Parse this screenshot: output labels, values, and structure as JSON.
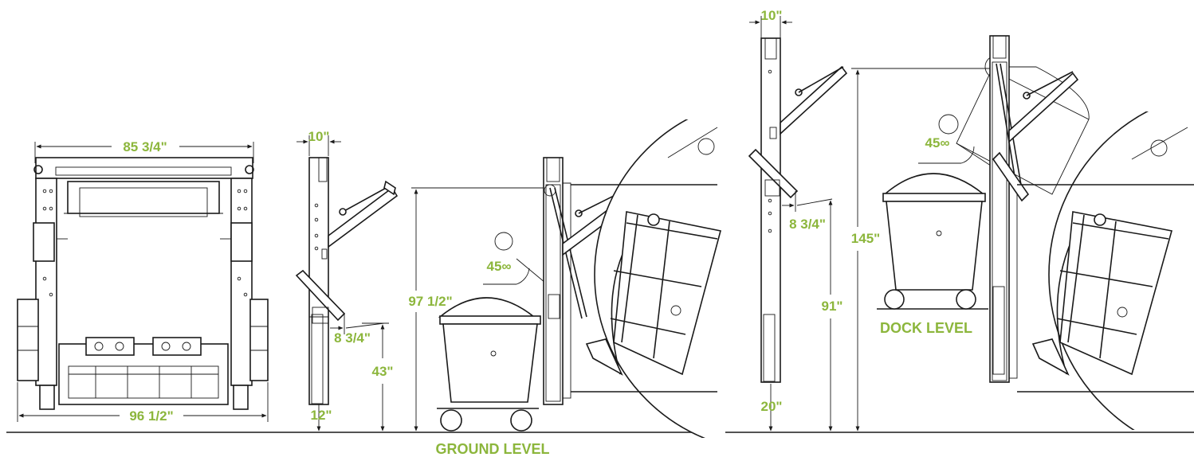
{
  "colors": {
    "label": "#8cb63c",
    "line": "#1a1a1a",
    "background": "#ffffff"
  },
  "front_view": {
    "top_width": "85 3/4\"",
    "bottom_width": "96 1/2\""
  },
  "side_view": {
    "top_width": "10\"",
    "bottom_height": "12\""
  },
  "ground_config": {
    "offset": "8 3/4\"",
    "pivot_height": "43\"",
    "lift_height": "97 1/2\"",
    "angle": "45∞",
    "level_label": "GROUND LEVEL"
  },
  "dock_side_view": {
    "top_width": "10\"",
    "bottom_height": "20\"",
    "offset": "8 3/4\"",
    "pivot_height": "91\""
  },
  "dock_config": {
    "lift_height": "145\"",
    "angle": "45∞",
    "level_label": "DOCK LEVEL"
  }
}
